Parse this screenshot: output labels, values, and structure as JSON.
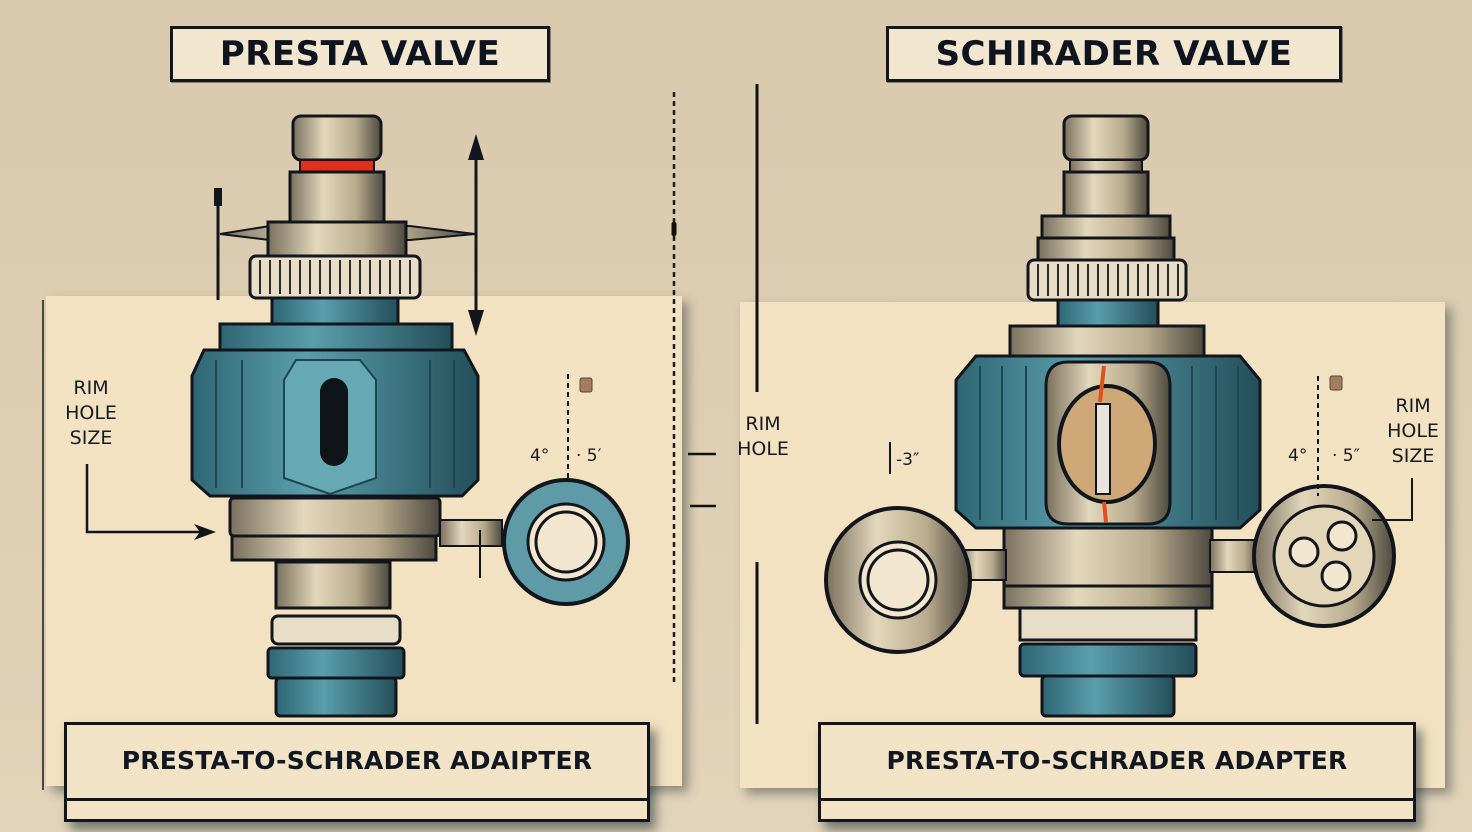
{
  "colors": {
    "background": "#dccdb2",
    "paper": "#f3e2c2",
    "ink": "#12161c",
    "teal": "#4f8e9c",
    "teal_dark": "#2c5f6c",
    "metal": "#c9bb9c",
    "metal_dark": "#6f6553",
    "accent_red": "#e0301c"
  },
  "left": {
    "title": "PRESTA VALVE",
    "rim_label": [
      "RIM",
      "HOLE",
      "SIZE"
    ],
    "dim_left": "4°",
    "dim_right": "· 5′",
    "caption": "PRESTA-TO-SCHRADER ADAΙPTER"
  },
  "center": {
    "rim_label": [
      "RIM",
      "HOLE"
    ]
  },
  "right": {
    "title": "SCHIRADER VALVE",
    "dim_side": "-3″",
    "dim_left": "4°",
    "dim_right": "· 5″",
    "rim_label": [
      "RIM",
      "HOLE",
      "SIZE"
    ],
    "caption": "PRESTA-TO-SCHRADER ADAPTER"
  }
}
